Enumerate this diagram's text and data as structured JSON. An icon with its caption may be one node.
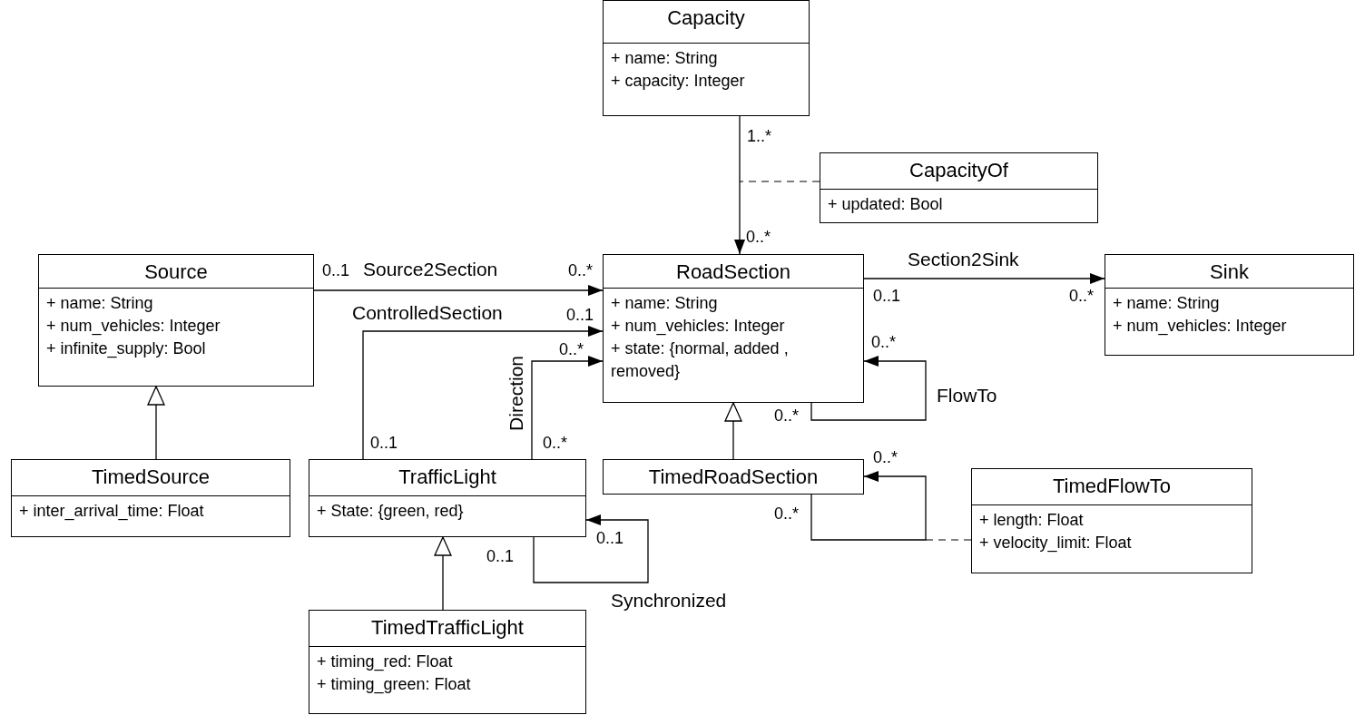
{
  "diagram": {
    "nodes": [
      {
        "text": [
          "Capacity",
          "+ name: String",
          "+ capacity: Integer"
        ]
      },
      {
        "text": [
          "CapacityOf",
          "+ updated: Bool"
        ]
      },
      {
        "text": [
          "Source",
          "+ name: String",
          "+ num_vehicles: Integer",
          "+ infinite_supply: Bool"
        ]
      },
      {
        "text": [
          "RoadSection",
          "+ name: String",
          "+ num_vehicles: Integer",
          "+ state: {normal, added , removed}"
        ]
      },
      {
        "text": [
          "Sink",
          "+ name: String",
          "+ num_vehicles: Integer"
        ]
      },
      {
        "text": [
          "TimedSource",
          "+ inter_arrival_time: Float"
        ]
      },
      {
        "text": [
          "TrafficLight",
          "+ State: {green, red}"
        ]
      },
      {
        "text": [
          "TimedRoadSection"
        ]
      },
      {
        "text": [
          "TimedFlowTo",
          "+ length: Float",
          "+ velocity_limit: Float"
        ]
      },
      {
        "text": [
          "TimedTrafficLight",
          "+ timing_red: Float",
          "+ timing_green: Float"
        ]
      }
    ],
    "edges": [
      {
        "from": 0,
        "to": 3,
        "arrow": "to"
      },
      {
        "from": 2,
        "to": 3,
        "arrow": "to",
        "label": "Source2Section"
      },
      {
        "from": 3,
        "to": 4,
        "arrow": "to",
        "label": "Section2Sink"
      },
      {
        "from": 6,
        "to": 3,
        "arrow": "to",
        "label": "ControlledSection"
      },
      {
        "from": 6,
        "to": 3,
        "arrow": "to",
        "label": "Direction"
      },
      {
        "from": 3,
        "to": 3,
        "arrow": "to",
        "label": "FlowTo"
      },
      {
        "from": 5,
        "to": 2,
        "arrow": "to"
      },
      {
        "from": 7,
        "to": 3,
        "arrow": "to"
      },
      {
        "from": 9,
        "to": 6,
        "arrow": "to"
      },
      {
        "from": 6,
        "to": 6,
        "arrow": "to",
        "label": "Synchronized"
      },
      {
        "from": 7,
        "to": 7,
        "arrow": "to"
      },
      {
        "from": 1,
        "to": null,
        "arrow": "none",
        "style": "dashed"
      },
      {
        "from": 8,
        "to": null,
        "arrow": "none",
        "style": "dashed"
      }
    ],
    "labels": [
      "1..*",
      "0..*",
      "0..1",
      "0..*",
      "0..1",
      "0..*",
      "0..1",
      "0..*",
      "0..*",
      "0..*",
      "0..1",
      "0..*",
      "0..*",
      "0..*",
      "0..1",
      "0..1"
    ]
  }
}
